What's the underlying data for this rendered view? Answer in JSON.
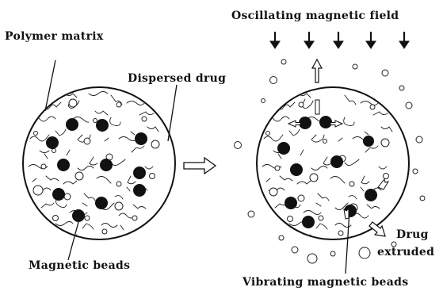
{
  "labels": {
    "polymer_matrix": "Polymer matrix",
    "dispersed_drug": "Dispersed drug",
    "magnetic_beads": "Magnetic beads",
    "oscillating_field": "Oscillating magnetic field",
    "drug": "Drug",
    "extruded": "extruded",
    "vibrating_beads": "Vibrating magnetic beads"
  },
  "colors": {
    "ink": "#111111",
    "paper": "#ffffff"
  },
  "icons": {
    "field_arrows": "down-arrow-icon",
    "transition_arrow": "hollow-right-arrow-icon",
    "release_arrows": "hollow-arrow-icon"
  }
}
